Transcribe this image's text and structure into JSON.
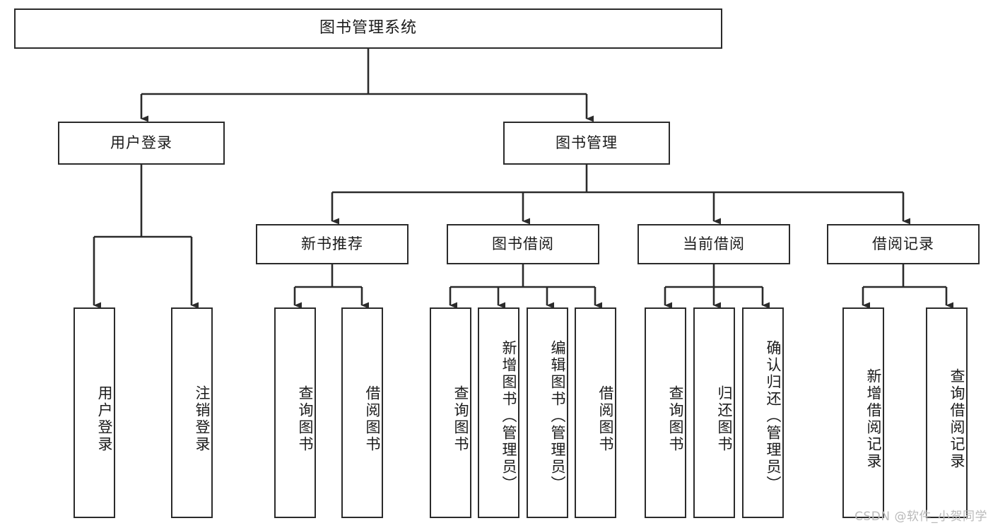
{
  "diagram": {
    "type": "tree",
    "title": "图书管理系统",
    "watermark": "CSDN @软件_小贺同学",
    "colors": {
      "box_border": "#2b2b2b",
      "box_fill": "#ffffff",
      "connector": "#2b2b2b",
      "text": "#1b1b1b",
      "watermark": "#b9b9b9",
      "background": "#ffffff"
    },
    "nodes": {
      "root": {
        "label": "图书管理系统"
      },
      "level1": [
        {
          "label": "用户登录"
        },
        {
          "label": "图书管理"
        }
      ],
      "level2": [
        {
          "label": "新书推荐"
        },
        {
          "label": "图书借阅"
        },
        {
          "label": "当前借阅"
        },
        {
          "label": "借阅记录"
        }
      ],
      "leaves": {
        "user_login": [
          {
            "label": "用户登录"
          },
          {
            "label": "注销登录"
          }
        ],
        "new_book_recommend": [
          {
            "label": "查询图书"
          },
          {
            "label": "借阅图书"
          }
        ],
        "book_borrow": [
          {
            "label": "查询图书"
          },
          {
            "label": "新增图书（管理员）"
          },
          {
            "label": "编辑图书（管理员）"
          },
          {
            "label": "借阅图书"
          }
        ],
        "current_borrow": [
          {
            "label": "查询图书"
          },
          {
            "label": "归还图书"
          },
          {
            "label": "确认归还（管理员）"
          }
        ],
        "borrow_record": [
          {
            "label": "新增借阅记录"
          },
          {
            "label": "查询借阅记录"
          }
        ]
      }
    }
  }
}
